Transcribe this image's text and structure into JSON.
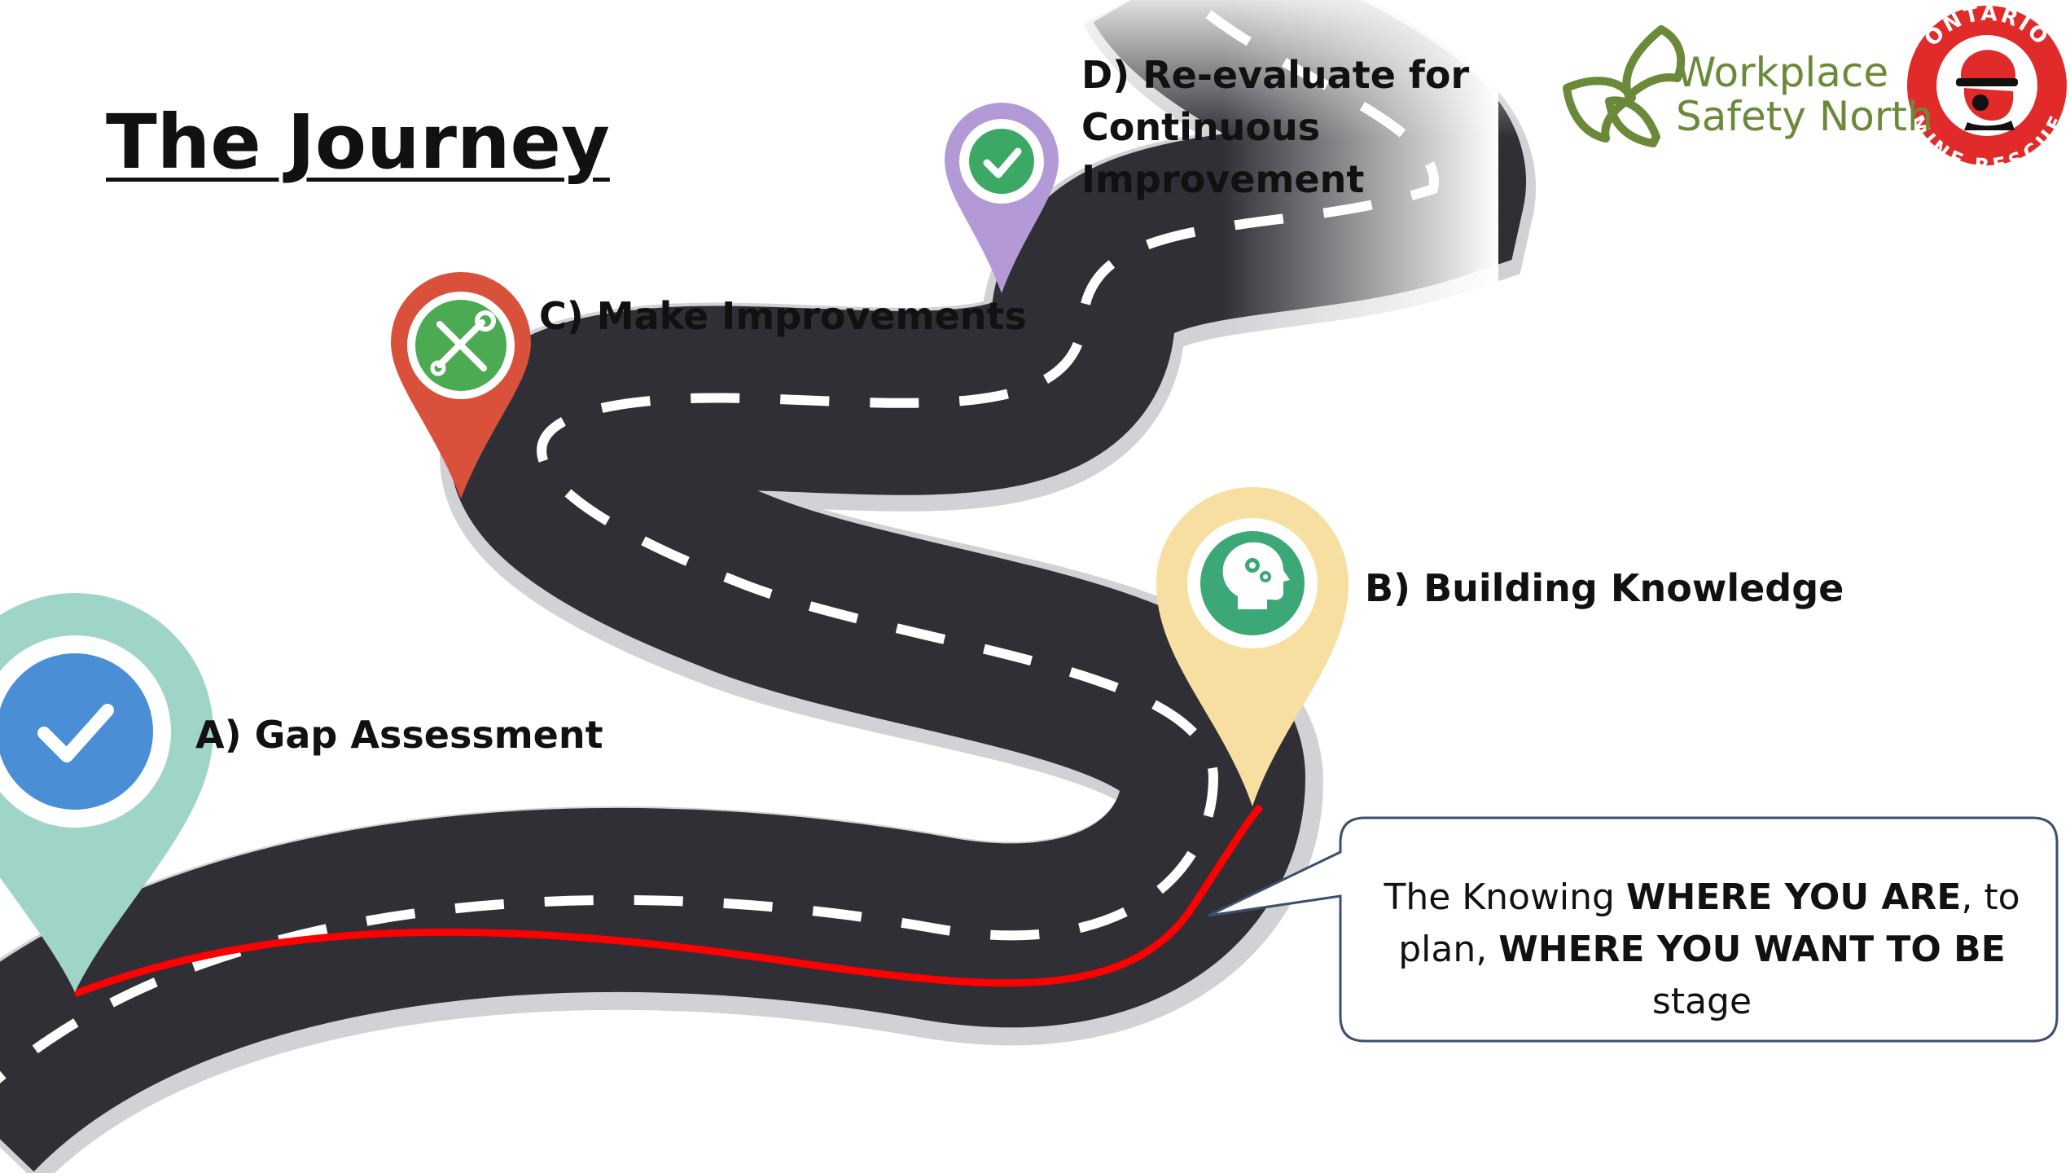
{
  "title": "The Journey",
  "stages": [
    {
      "id": "A",
      "label": "A) Gap Assessment",
      "icon": "check-icon",
      "pin_color": "#9fd4c8",
      "icon_color": "#4a8fd6"
    },
    {
      "id": "B",
      "label": "B) Building Knowledge",
      "icon": "head-gears-icon",
      "pin_color": "#f6dfa0",
      "icon_color": "#3ca878"
    },
    {
      "id": "C",
      "label": "C) Make Improvements",
      "icon": "wrench-screwdriver-icon",
      "pin_color": "#d9513b",
      "icon_color": "#4caa52"
    },
    {
      "id": "D",
      "label_lines": [
        "D) Re-evaluate for",
        "Continuous",
        "Improvement"
      ],
      "icon": "check-icon",
      "pin_color": "#b39ad6",
      "icon_color": "#3ca866"
    }
  ],
  "callout": {
    "line1_pre": "The Knowing ",
    "line1_bold": "WHERE YOU ARE",
    "line1_post": ", to",
    "line2_pre": "plan, ",
    "line2_bold": "WHERE YOU WANT TO BE",
    "line2_post": " stage"
  },
  "logos": {
    "wsn": {
      "lines": [
        "Workplace",
        "Safety North"
      ],
      "color": "#6a8a3a",
      "icon": "trillium-icon"
    },
    "omr": {
      "top_text": "ONTARIO",
      "bottom_text": "MINE RESCUE",
      "color": "#e12a2a",
      "icon": "mine-rescuer-icon"
    }
  },
  "colors": {
    "road": "#2f2f35",
    "road_edge": "#d2d2d6",
    "dash": "#ffffff",
    "highlight": "#ff0000"
  }
}
